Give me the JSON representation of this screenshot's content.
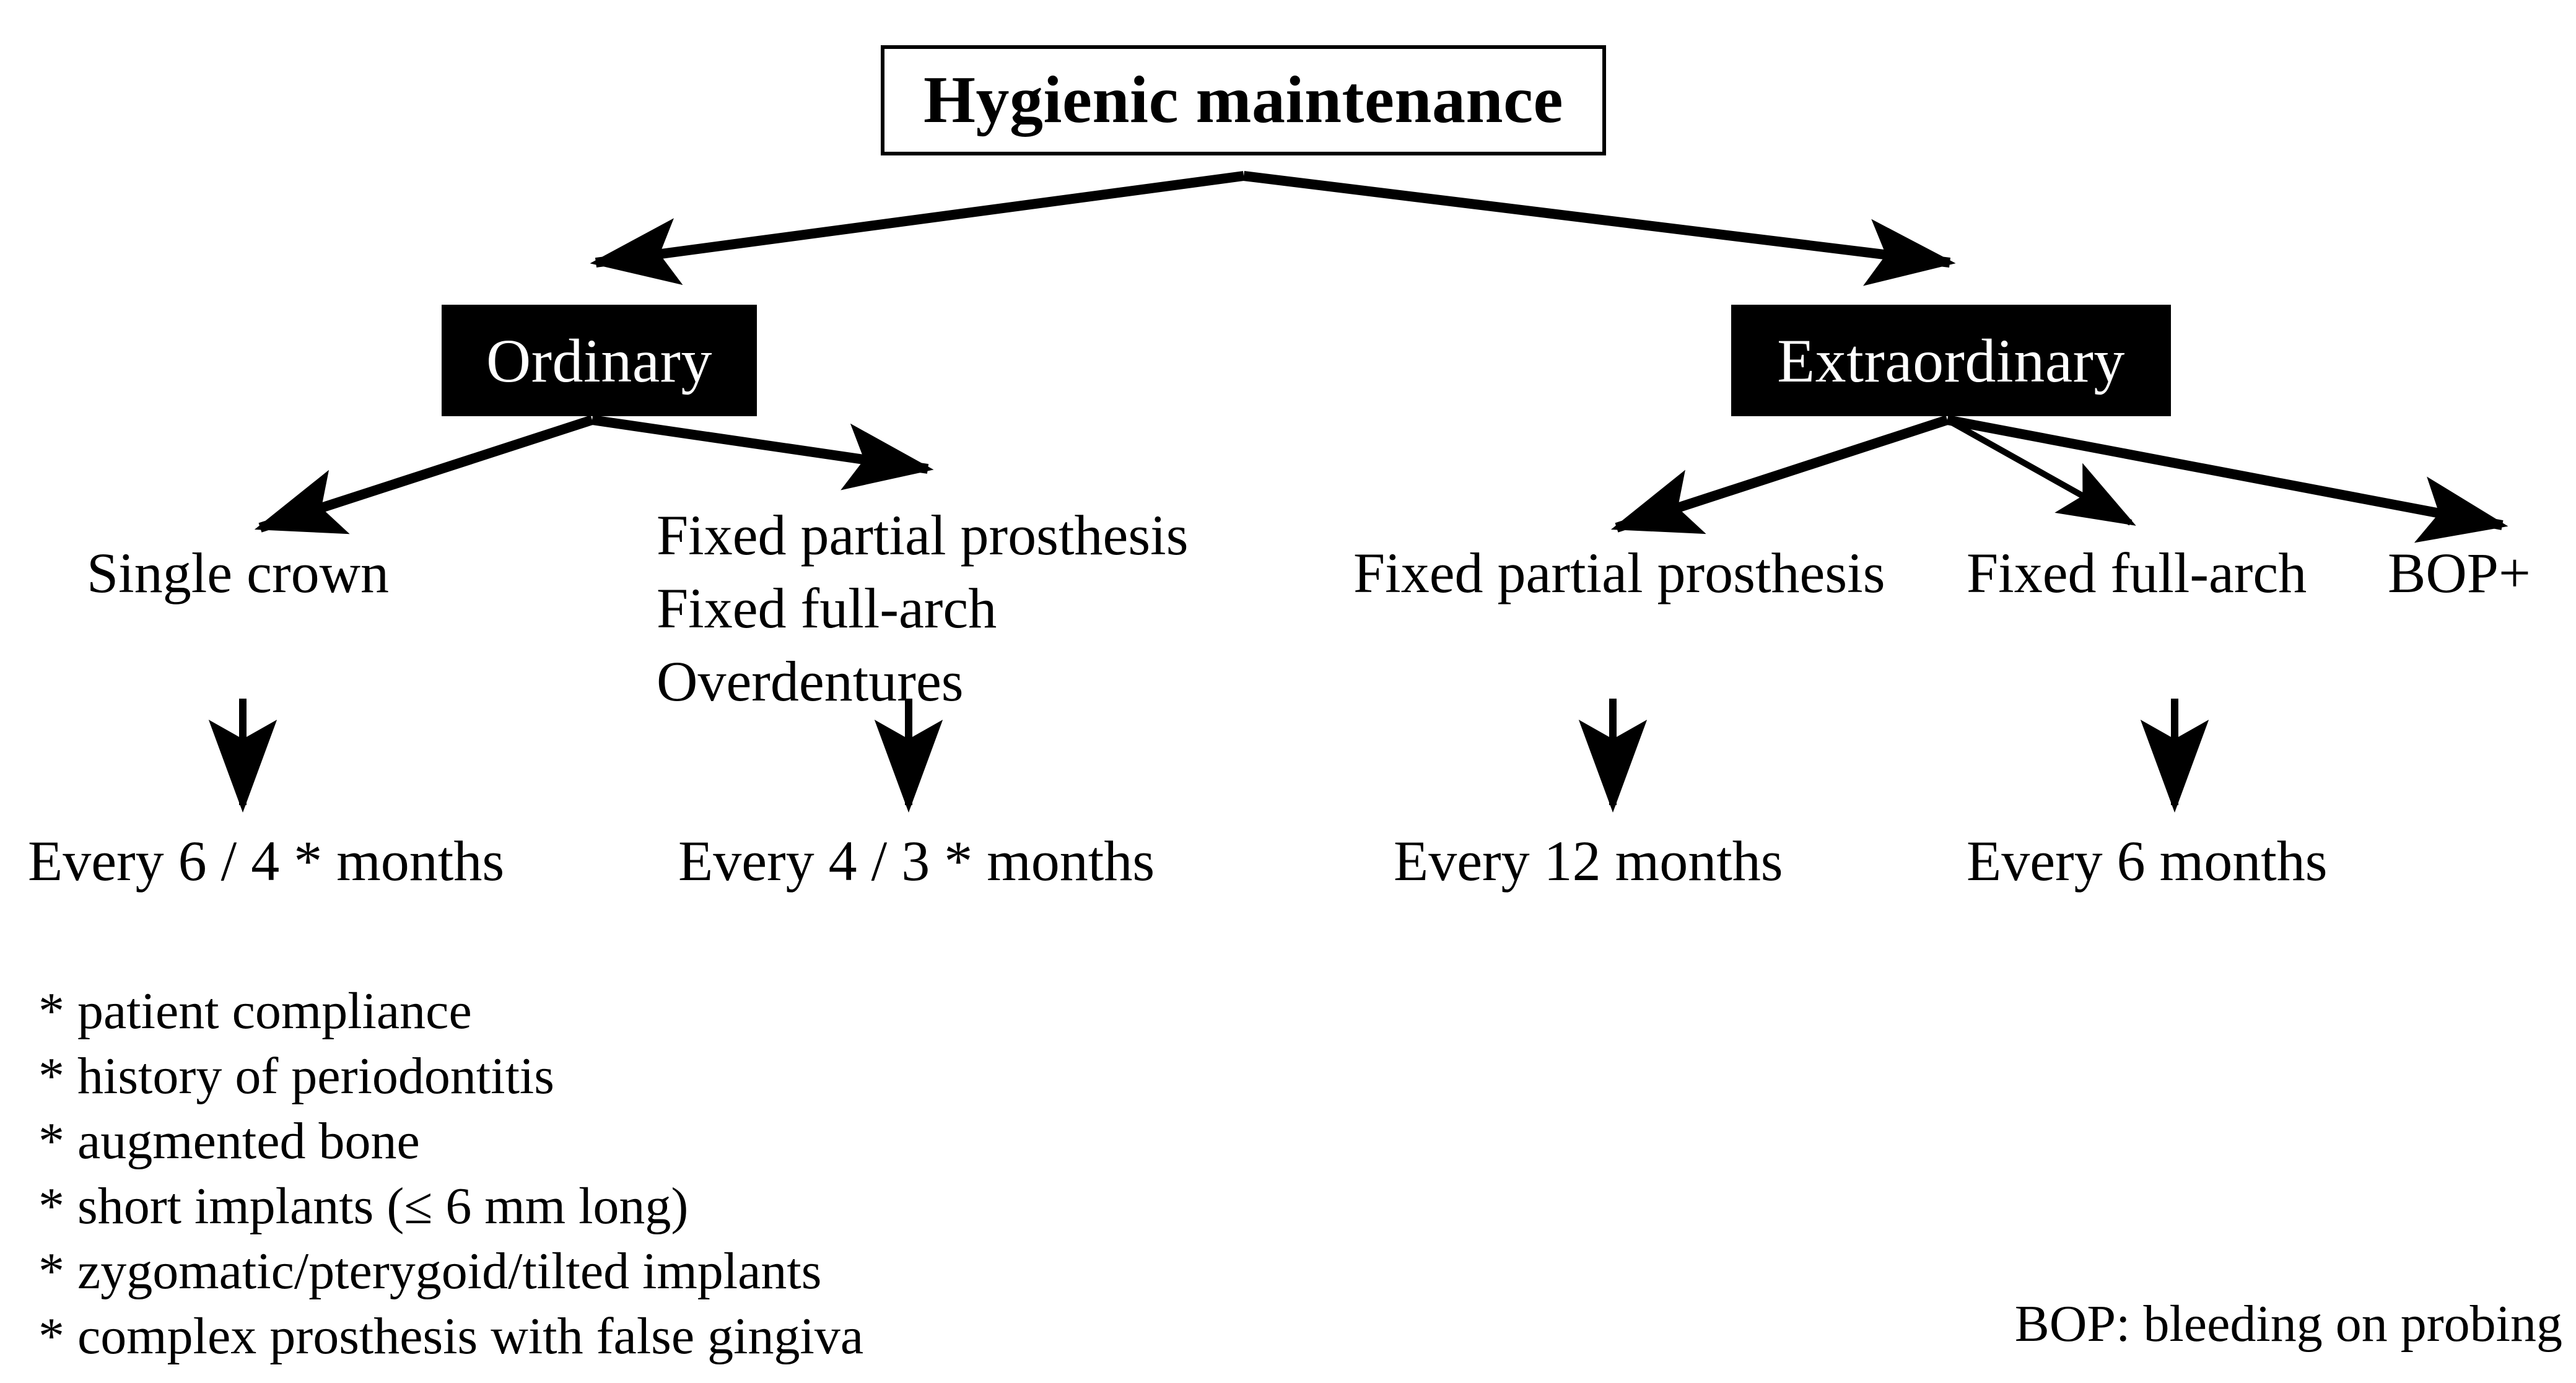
{
  "diagram": {
    "title": "Hygienic maintenance",
    "categories": [
      {
        "id": "ordinary",
        "label": "Ordinary"
      },
      {
        "id": "extraordinary",
        "label": "Extraordinary"
      }
    ],
    "branches": {
      "ordinary": [
        {
          "id": "single-crown",
          "label": "Single crown",
          "frequency": "Every 6 / 4 * months"
        },
        {
          "id": "fixed-group",
          "lines": [
            "Fixed partial prosthesis",
            "Fixed full-arch",
            "Overdentures"
          ],
          "frequency": "Every 4 / 3 * months"
        }
      ],
      "extraordinary": [
        {
          "id": "fixed-partial-prosthesis",
          "label": "Fixed partial prosthesis",
          "frequency": "Every 12 months"
        },
        {
          "id": "fixed-full-arch",
          "label": "Fixed full-arch",
          "frequency": "Every 6 months"
        },
        {
          "id": "bop-positive",
          "label": "BOP+",
          "frequency": ""
        }
      ]
    },
    "footnotes": [
      "* patient compliance",
      "* history of periodontitis",
      "* augmented bone",
      "* short implants (≤ 6 mm long)",
      "* zygomatic/pterygoid/tilted implants",
      "* complex prosthesis with false gingiva"
    ],
    "legend": "BOP: bleeding on probing",
    "colors": {
      "background": "#ffffff",
      "foreground": "#000000",
      "category_fill": "#000000",
      "category_text": "#ffffff"
    }
  }
}
